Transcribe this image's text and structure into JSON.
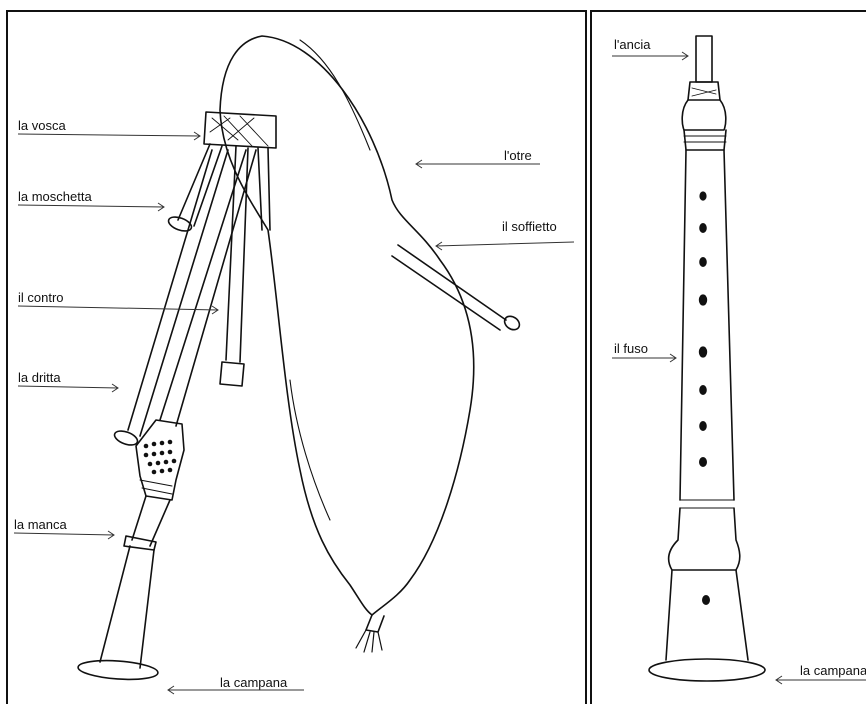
{
  "bagpipe": {
    "labels": {
      "vosca": "la vosca",
      "moschetta": "la moschetta",
      "contro": "il contro",
      "dritta": "la dritta",
      "manca": "la manca",
      "campana": "la campana",
      "otre": "l'otre",
      "soffietto": "il soffietto"
    }
  },
  "chanter": {
    "labels": {
      "ancia": "l'ancia",
      "fuso": "il fuso",
      "campana": "la campana"
    }
  }
}
